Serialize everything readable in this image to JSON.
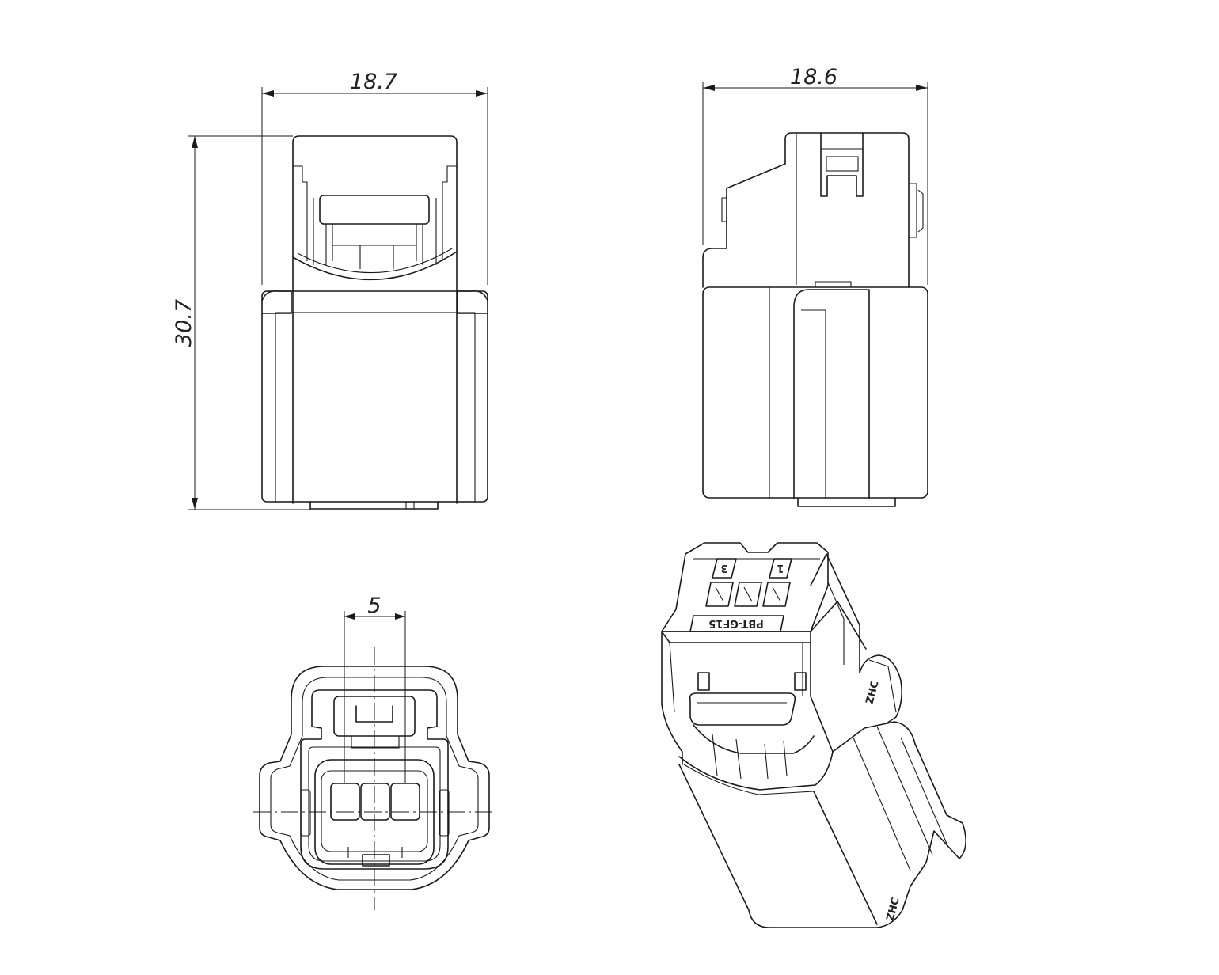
{
  "dimensions": {
    "front_width": "18.7",
    "side_width": "18.6",
    "height": "30.7",
    "pitch": "5"
  },
  "markings": {
    "pin_3": "3",
    "pin_1": "1",
    "material": "PBT-GF15",
    "brand": "ZHC"
  }
}
